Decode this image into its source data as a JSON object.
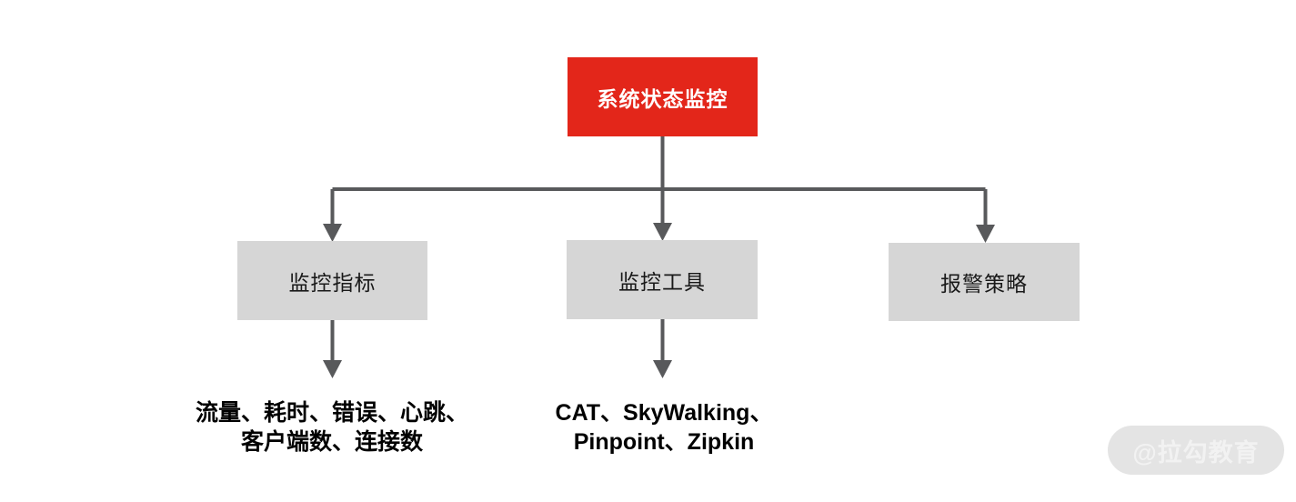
{
  "diagram": {
    "title_node": {
      "label": "系统状态监控",
      "fill": "#E3261A",
      "text_color": "#FFFFFF"
    },
    "branches": [
      {
        "label": "监控指标",
        "fill": "#D6D6D6",
        "text_color": "#1A1A1A"
      },
      {
        "label": "监控工具",
        "fill": "#D6D6D6",
        "text_color": "#1A1A1A"
      },
      {
        "label": "报警策略",
        "fill": "#D6D6D6",
        "text_color": "#1A1A1A"
      }
    ],
    "leaves": [
      {
        "label": "流量、耗时、错误、心跳、\n客户端数、连接数"
      },
      {
        "label": "CAT、SkyWalking、\nPinpoint、Zipkin"
      }
    ],
    "connector_color": "#58595B"
  },
  "watermark": {
    "text": "@拉勾教育",
    "pill_color": "#E4E4E4",
    "text_color": "#F2F2F2"
  }
}
